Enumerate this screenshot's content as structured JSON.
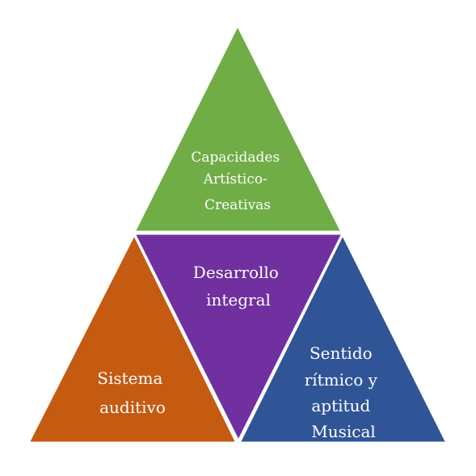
{
  "diagram": {
    "segments": [
      {
        "id": "top",
        "lines": [
          "Capacidades",
          "Artístico-",
          "Creativas"
        ],
        "color": "#70AD47"
      },
      {
        "id": "center",
        "lines": [
          "Desarrollo",
          "integral"
        ],
        "color": "#7030A0"
      },
      {
        "id": "left",
        "lines": [
          "Sistema",
          "auditivo"
        ],
        "color": "#C55A11"
      },
      {
        "id": "right",
        "lines": [
          "Sentido",
          "rítmico y",
          "aptitud",
          "Musical"
        ],
        "color": "#2F5597"
      }
    ],
    "border_color": "#ffffff"
  }
}
